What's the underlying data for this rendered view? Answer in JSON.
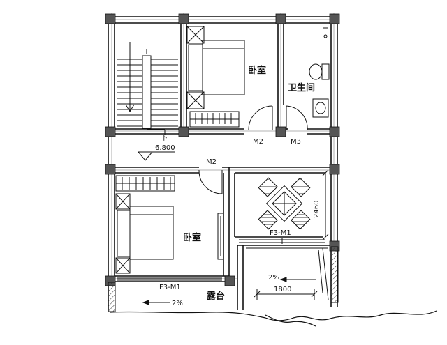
{
  "rooms": {
    "bedroom_upper": "卧室",
    "bathroom": "卫生间",
    "bedroom_lower": "卧室",
    "terrace": "露台"
  },
  "doors": {
    "m2_right": "M2",
    "m3": "M3",
    "m2_left": "M2",
    "f3_m1_right": "F3-M1",
    "f3_m1_left": "F3-M1"
  },
  "annotations": {
    "stair_down": "下",
    "elevation": "6.800",
    "dim_vertical": "2460",
    "slope_right": "2%",
    "slope_left": "2%",
    "dim_horizontal": "1800"
  },
  "colors": {
    "line": "#111111",
    "column": "#555555",
    "grid": "#9a9a9a"
  }
}
